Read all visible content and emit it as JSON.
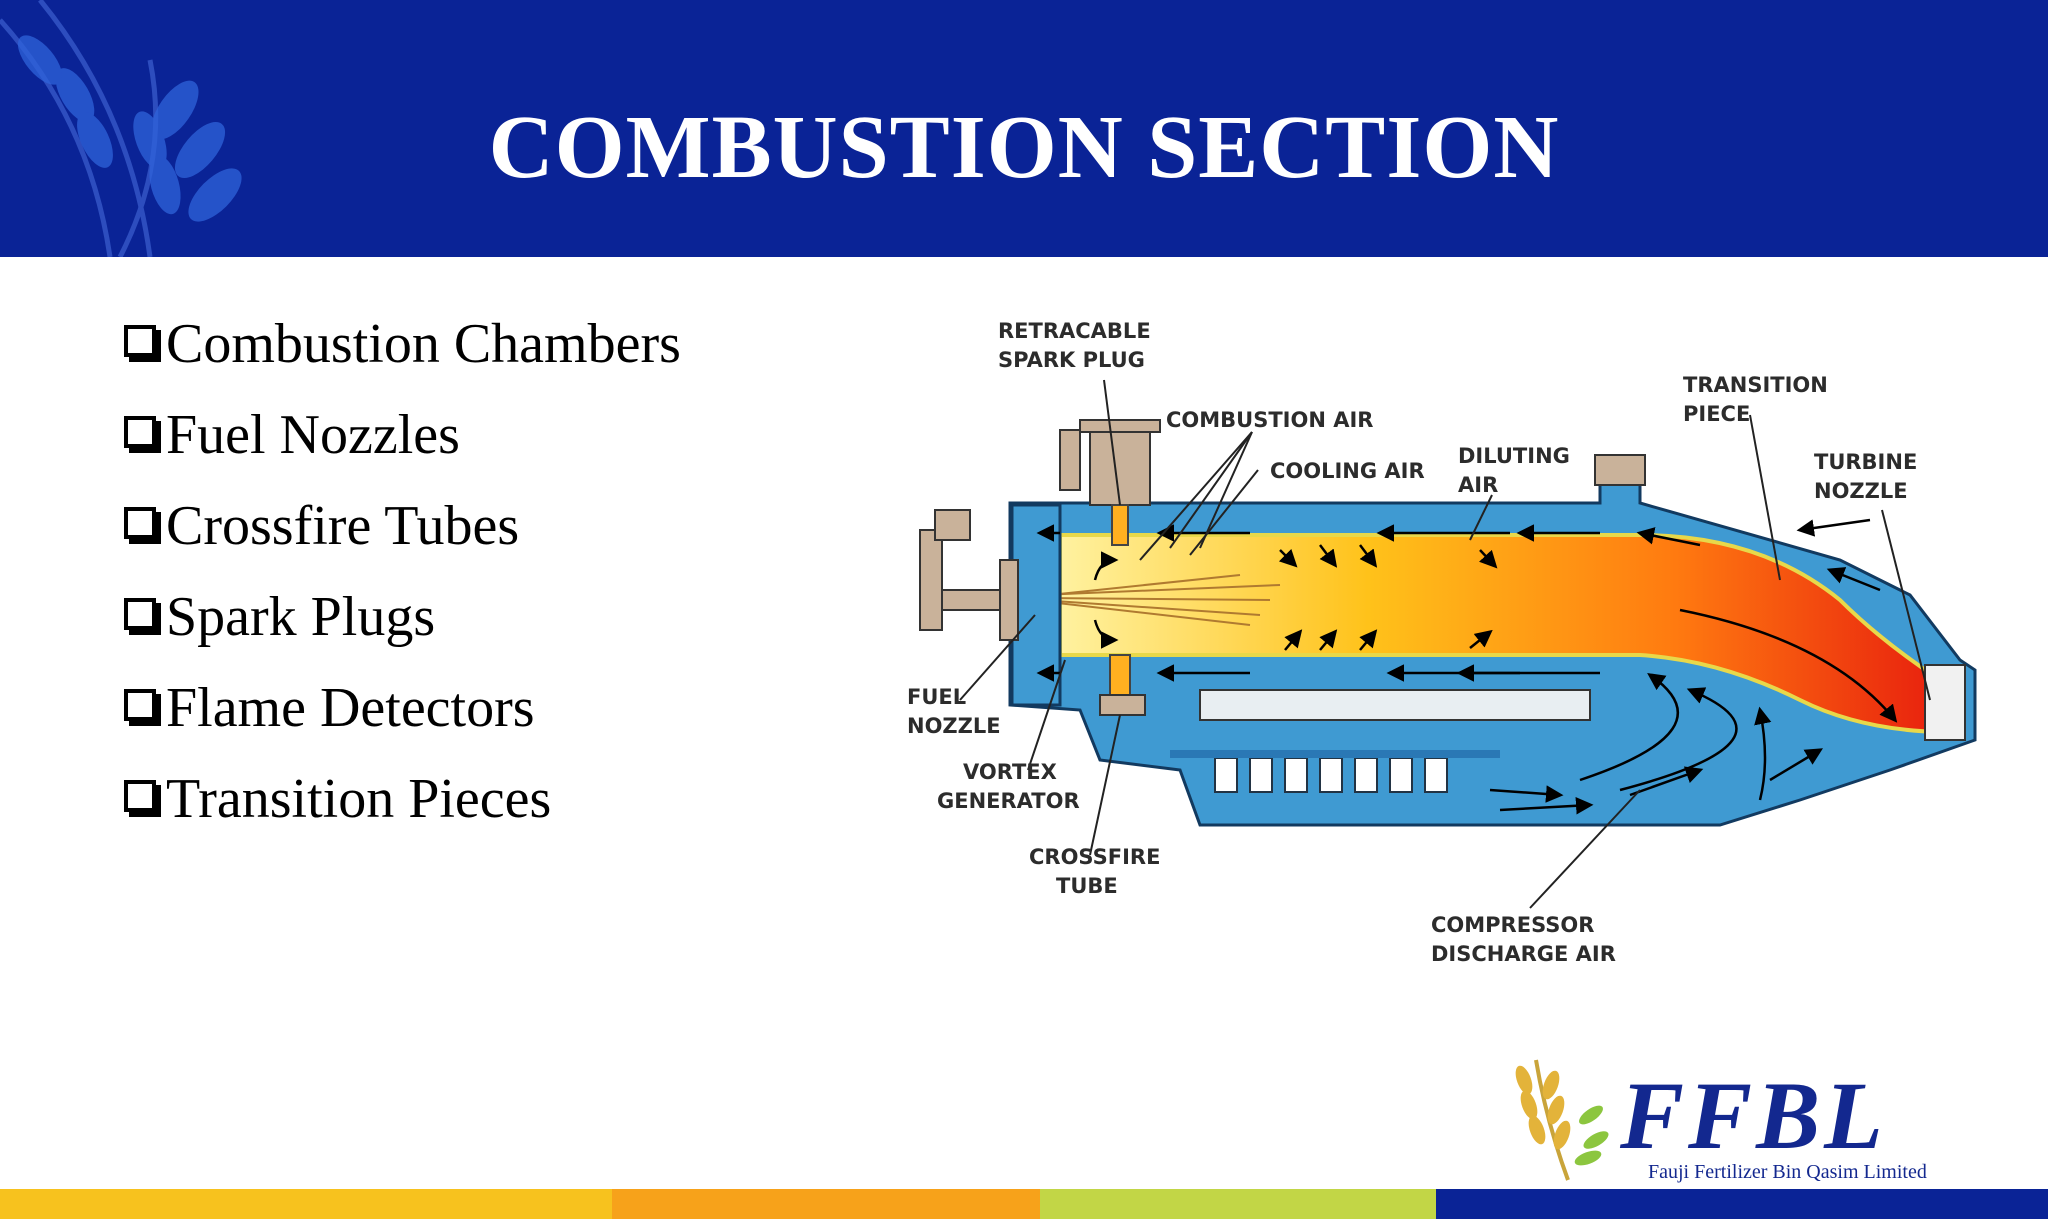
{
  "slide": {
    "title": "COMBUSTION SECTION",
    "bullets": [
      "Combustion Chambers",
      "Fuel Nozzles",
      "Crossfire Tubes",
      "Spark Plugs",
      "Flame Detectors",
      "Transition Pieces"
    ]
  },
  "diagram": {
    "labels": {
      "retracable_spark_plug": [
        "RETRACABLE",
        "SPARK PLUG"
      ],
      "combustion_air": "COMBUSTION AIR",
      "cooling_air": "COOLING AIR",
      "diluting_air": [
        "DILUTING",
        "AIR"
      ],
      "transition_piece": [
        "TRANSITION",
        "PIECE"
      ],
      "turbine_nozzle": [
        "TURBINE",
        "NOZZLE"
      ],
      "fuel_nozzle": [
        "FUEL",
        "NOZZLE"
      ],
      "vortex_generator": [
        "VORTEX",
        "GENERATOR"
      ],
      "crossfire_tube": [
        "CROSSFIRE",
        "TUBE"
      ],
      "compressor_discharge_air": [
        "COMPRESSOR",
        "DISCHARGE AIR"
      ]
    }
  },
  "logo": {
    "name": "FFBL",
    "tagline": "Fauji Fertilizer Bin Qasim Limited"
  },
  "colors": {
    "header": "#0a2396",
    "footer": [
      "#f7c21e",
      "#f7a21a",
      "#c2d646",
      "#0a2396"
    ]
  }
}
